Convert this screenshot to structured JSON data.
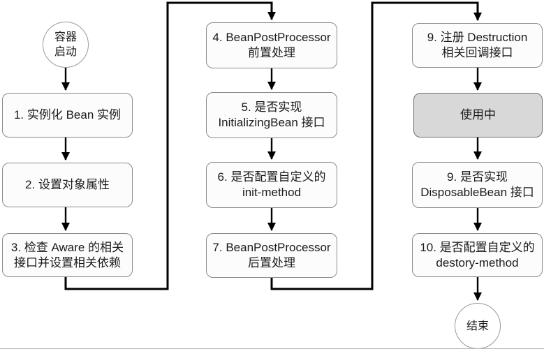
{
  "diagram": {
    "type": "flowchart",
    "description_visible_only": "",
    "colors": {
      "background": "#ffffff",
      "node_fill": "#fcfcfc",
      "node_border": "#8a8a8a",
      "in_use_fill": "#d8d8d8",
      "in_use_border": "#6f6f6f",
      "connector": "#000000",
      "text": "#1a1a1a"
    },
    "nodes": {
      "start": "容器\n启动",
      "step1": "1. 实例化 Bean 实例",
      "step2": "2. 设置对象属性",
      "step3": "3. 检查 Aware 的相关\n接口并设置相关依赖",
      "step4": "4. BeanPostProcessor\n前置处理",
      "step5": "5. 是否实现\nInitializingBean 接口",
      "step6": "6. 是否配置自定义的\ninit-method",
      "step7": "7. BeanPostProcessor\n后置处理",
      "step8": "9. 注册 Destruction\n相关回调接口",
      "in_use": "使用中",
      "step9": "9. 是否实现\nDisposableBean 接口",
      "step10": "10. 是否配置自定义的\ndestory-method",
      "end": "结束"
    },
    "flow_order": [
      "start",
      "step1",
      "step2",
      "step3",
      "step4",
      "step5",
      "step6",
      "step7",
      "step8",
      "in_use",
      "step9",
      "step10",
      "end"
    ]
  }
}
